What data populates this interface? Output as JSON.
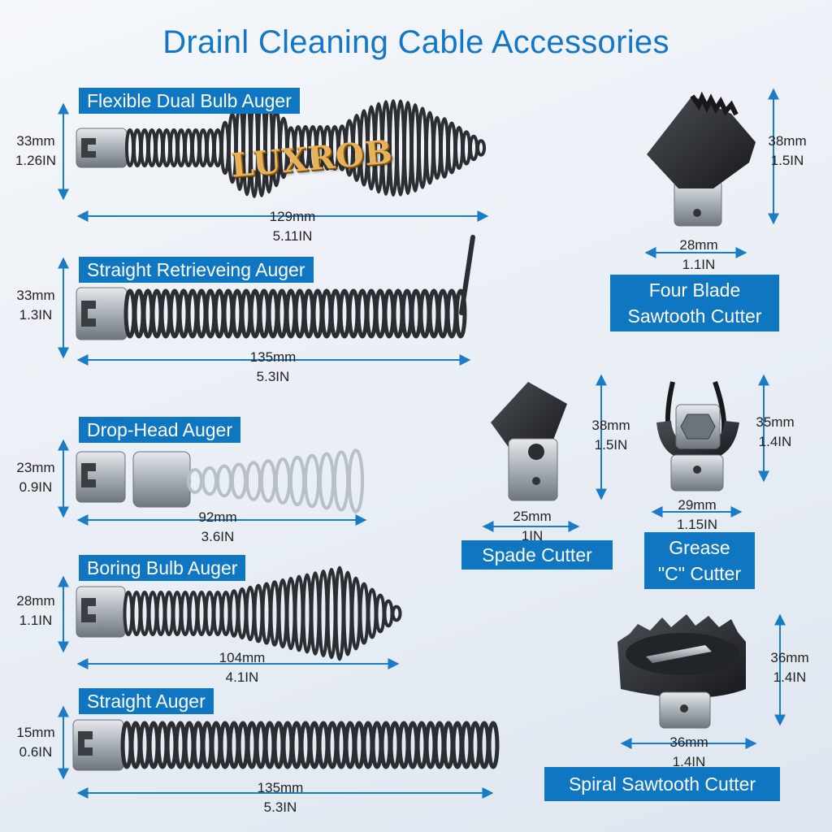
{
  "title": "Drainl Cleaning Cable Accessories",
  "brand": "LUXROB",
  "colors": {
    "accent": "#0f76c2",
    "steel": "#b9bfc6",
    "coil": "#2a2d31"
  },
  "augers": [
    {
      "name": "Flexible Dual Bulb Auger",
      "height_mm": "33mm",
      "height_in": "1.26IN",
      "length_mm": "129mm",
      "length_in": "5.11IN"
    },
    {
      "name": "Straight Retrieveing Auger",
      "height_mm": "33mm",
      "height_in": "1.3IN",
      "length_mm": "135mm",
      "length_in": "5.3IN"
    },
    {
      "name": "Drop-Head Auger",
      "height_mm": "23mm",
      "height_in": "0.9IN",
      "length_mm": "92mm",
      "length_in": "3.6IN"
    },
    {
      "name": "Boring Bulb Auger",
      "height_mm": "28mm",
      "height_in": "1.1IN",
      "length_mm": "104mm",
      "length_in": "4.1IN"
    },
    {
      "name": "Straight Auger",
      "height_mm": "15mm",
      "height_in": "0.6IN",
      "length_mm": "135mm",
      "length_in": "5.3IN"
    }
  ],
  "cutters": {
    "four_blade": {
      "line1": "Four Blade",
      "line2": "Sawtooth Cutter",
      "height_mm": "38mm",
      "height_in": "1.5IN",
      "width_mm": "28mm",
      "width_in": "1.1IN"
    },
    "spade": {
      "name": "Spade Cutter",
      "height_mm": "38mm",
      "height_in": "1.5IN",
      "width_mm": "25mm",
      "width_in": "1IN"
    },
    "grease_c": {
      "line1": "Grease",
      "line2": "\"C\" Cutter",
      "height_mm": "35mm",
      "height_in": "1.4IN",
      "width_mm": "29mm",
      "width_in": "1.15IN"
    },
    "spiral": {
      "name": "Spiral Sawtooth Cutter",
      "height_mm": "36mm",
      "height_in": "1.4IN",
      "width_mm": "36mm",
      "width_in": "1.4IN"
    }
  }
}
